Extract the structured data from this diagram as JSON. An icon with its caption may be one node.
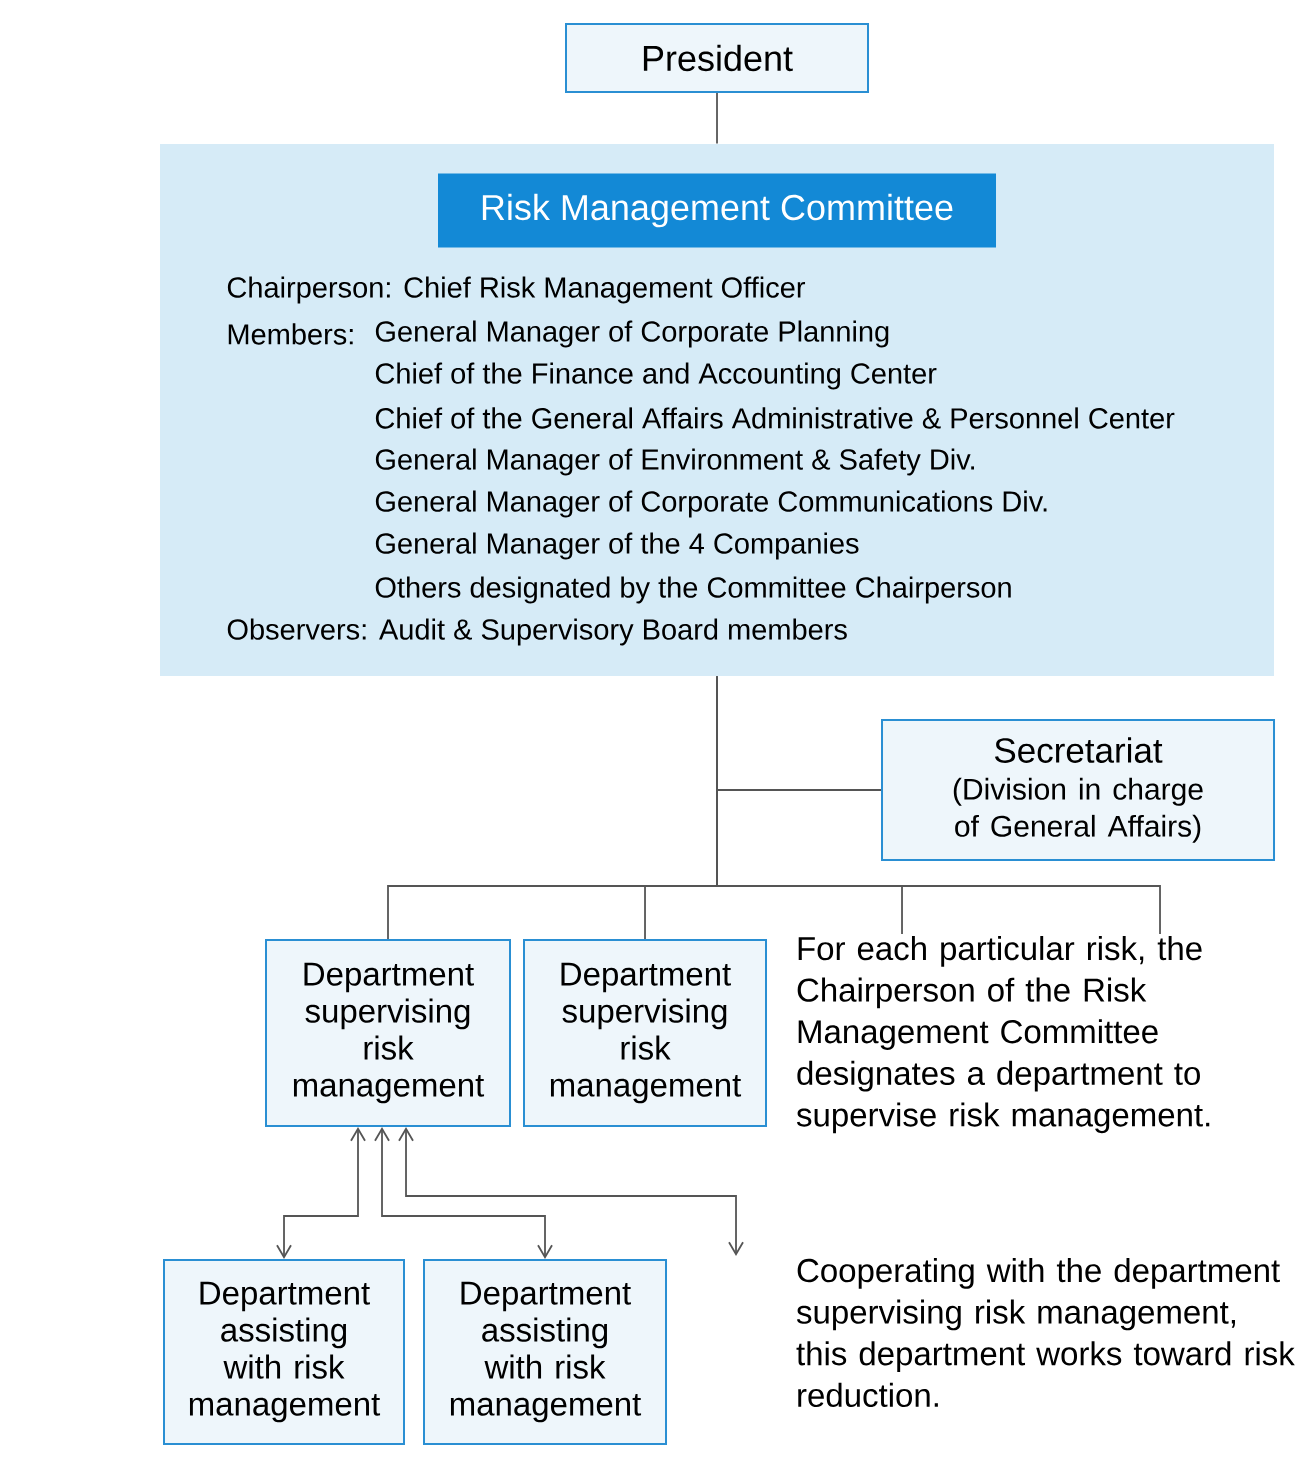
{
  "diagram": {
    "nodes": [
      {
        "text": [
          "President"
        ]
      },
      {
        "text": [
          "Chairperson: Chief Risk Management Officer",
          "Members:",
          "General Manager of Corporate Planning",
          "Chief of the Finance and Accounting Center",
          "Chief of the General Affairs Administrative & Personnel Center",
          "General Manager of Environment & Safety Div.",
          "General Manager of Corporate Communications Div.",
          "General Manager of the 4 Companies",
          "Others designated by the Committee Chairperson",
          "Observers: Audit & Supervisory Board members"
        ]
      },
      {
        "text": [
          "Risk Management Committee"
        ],
        "in": 1
      },
      {
        "text": [
          "Secretariat",
          "(Division in charge of General Affairs)"
        ]
      },
      {
        "text": [
          "Department supervising risk management"
        ]
      },
      {
        "text": [
          "Department supervising risk management"
        ]
      },
      {
        "text": [
          "Department assisting with risk management"
        ]
      },
      {
        "text": [
          "Department assisting with risk management"
        ]
      },
      {
        "text": [
          "For each particular risk, the Chairperson of the Risk Management Committee designates a department to supervise risk management."
        ]
      },
      {
        "text": [
          "Cooperating with the department supervising risk management, this department works toward risk reduction."
        ]
      }
    ],
    "edges": [
      {
        "from": 0,
        "to": 1,
        "arrow": "none"
      },
      {
        "from": 1,
        "to": 3,
        "arrow": "none"
      },
      {
        "from": 1,
        "to": 4,
        "arrow": "none"
      },
      {
        "from": 1,
        "to": 5,
        "arrow": "none"
      },
      {
        "from": 1,
        "to": 8,
        "arrow": "none"
      },
      {
        "from": 1,
        "to": 8,
        "arrow": "none"
      },
      {
        "from": 4,
        "to": 6,
        "arrow": "both"
      },
      {
        "from": 4,
        "to": 7,
        "arrow": "both"
      },
      {
        "from": 4,
        "to": 9,
        "arrow": "both"
      }
    ]
  }
}
